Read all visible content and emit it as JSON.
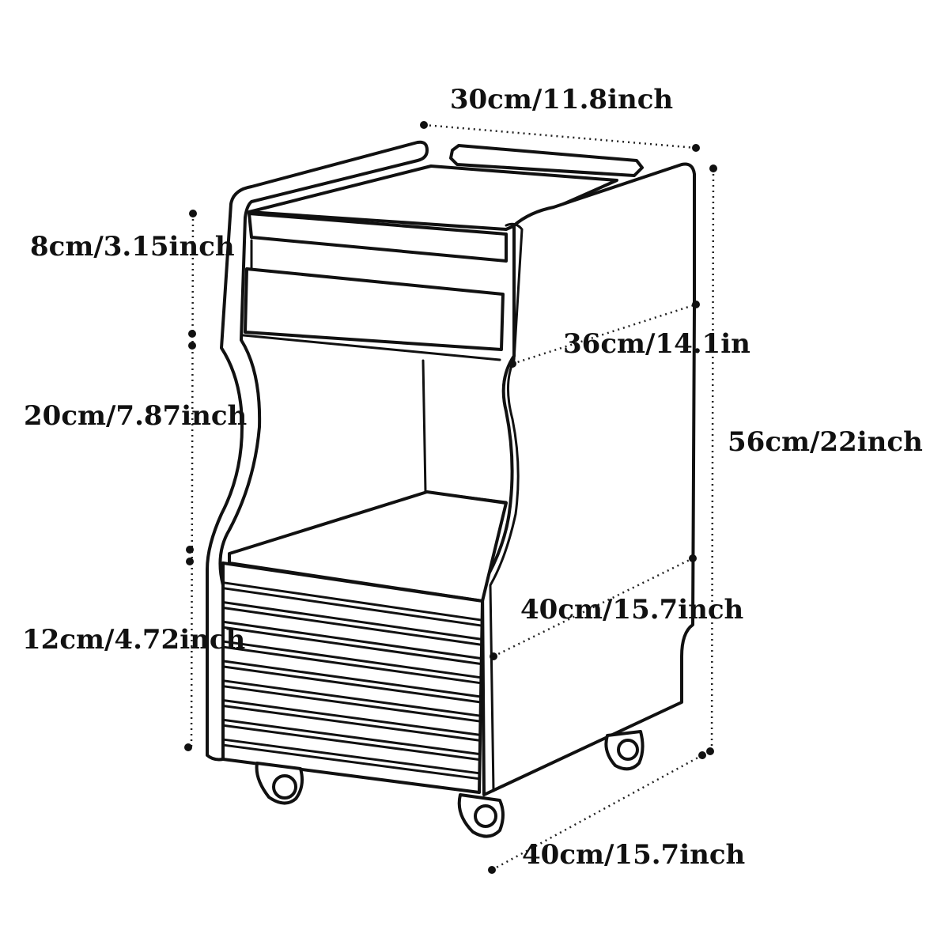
{
  "dimensions": {
    "width": "30cm/11.8inch",
    "top_section": "8cm/3.15inch",
    "middle_section": "20cm/7.87inch",
    "bottom_section": "12cm/4.72inch",
    "side_depth": "36cm/14.1in",
    "total_height": "56cm/22inch",
    "lower_depth": "40cm/15.7inch",
    "base_depth": "40cm/15.7inch"
  }
}
